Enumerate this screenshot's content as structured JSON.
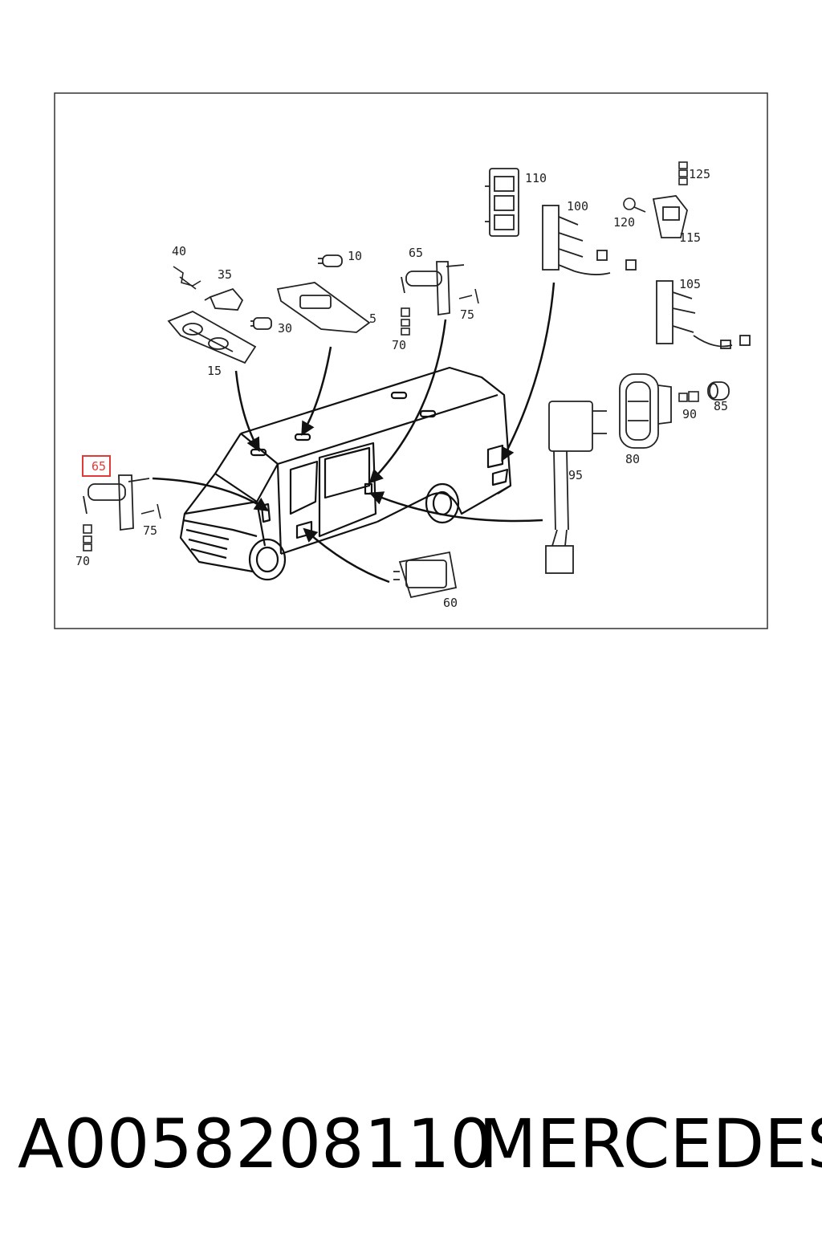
{
  "diagram": {
    "highlight_color": "#e23a3a",
    "labels": {
      "p40": "40",
      "p35": "35",
      "p30": "30",
      "p15": "15",
      "p10": "10",
      "p5": "5",
      "p65a": "65",
      "p75a": "75",
      "p70a": "70",
      "p110": "110",
      "p100": "100",
      "p125": "125",
      "p120": "120",
      "p115": "115",
      "p105": "105",
      "p90": "90",
      "p85": "85",
      "p80": "80",
      "p95": "95",
      "p60": "60",
      "p65b": "65",
      "p75b": "75",
      "p70b": "70"
    }
  },
  "caption": {
    "part_number": "A0058208110",
    "brand": "MERCEDES"
  }
}
